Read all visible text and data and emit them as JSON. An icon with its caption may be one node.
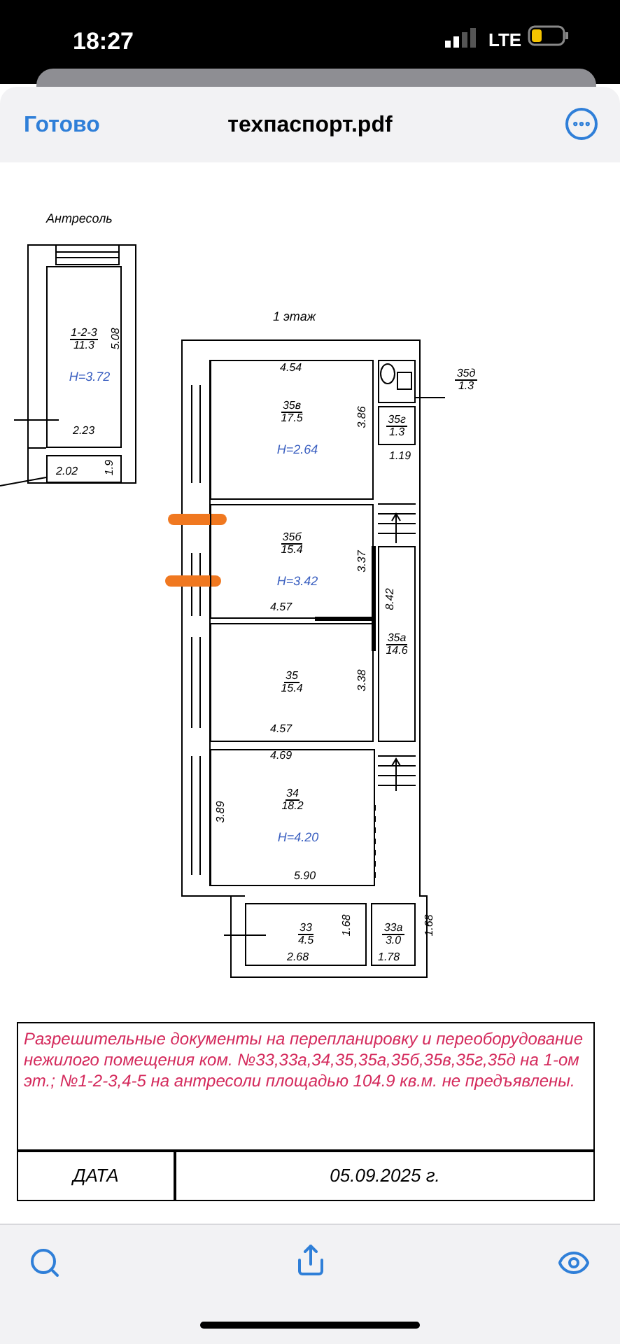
{
  "diagram": {
    "title": "техпаспорт.pdf",
    "nodes": [
      {
        "text": [
          "1-2-3",
          "11.3",
          "H=3.72"
        ]
      },
      {
        "text": [],
        "shape": "box"
      },
      {
        "text": [
          "35в",
          "17.5",
          "H=2.64"
        ]
      },
      {
        "text": [],
        "shape": "box"
      },
      {
        "text": [
          "35г",
          "1.3"
        ]
      },
      {
        "text": [
          "35д",
          "1.3"
        ]
      },
      {
        "text": [
          "35б",
          "15.4",
          "H=3.42"
        ]
      },
      {
        "text": [
          "35",
          "15.4"
        ]
      },
      {
        "text": [
          "35а",
          "14.6"
        ]
      },
      {
        "text": [
          "34",
          "18.2",
          "H=4.20"
        ]
      },
      {
        "text": [
          "33",
          "4.5"
        ]
      },
      {
        "text": [
          "33а",
          "3.0"
        ]
      },
      {
        "text": [
          "Разрешительные документы на перепланировку и переоборудование нежилого помещения ком. №33,33а,34,35,35а,35б,35в,35г,35д на 1-ом эт.; №1-2-3,4-5 на антресоли площадью 104.9 кв.м. не предъявлены."
        ]
      }
    ],
    "edges": [
      {
        "from": null,
        "to": 1,
        "arrow": "none"
      },
      {
        "from": 5,
        "to": 3,
        "arrow": "none"
      }
    ],
    "labels": [
      "18:27",
      "LTE",
      "Готово",
      "Антресоль",
      "1 этаж",
      "5.08",
      "2.23",
      "2.02",
      "1.9",
      "4.54",
      "3.86",
      "1.19",
      "3.37",
      "8.42",
      "4.57",
      "3.38",
      "4.57",
      "4.69",
      "3.89",
      "5.90",
      "1.68",
      "2.68",
      "1.68",
      "1.78",
      "ДАТА",
      "05.09.2025 г."
    ]
  }
}
